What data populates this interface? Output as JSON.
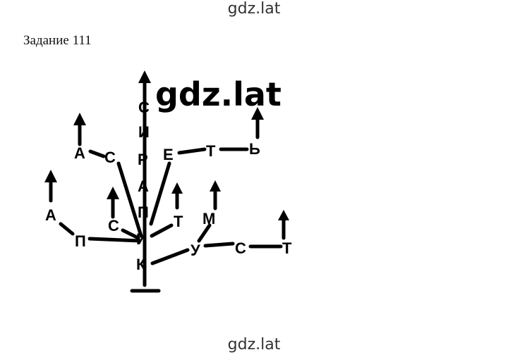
{
  "watermark_top": "gdz.lat",
  "watermark_bottom": "gdz.lat",
  "watermark_center": "gdz.lat",
  "task_title": "Задание 111",
  "tree": {
    "trunk": [
      "К",
      "И",
      "П",
      "А",
      "Р",
      "И",
      "С"
    ],
    "branch_left_upper": [
      "С",
      "А"
    ],
    "branch_right_upper": [
      "Е",
      "Т",
      "Ь"
    ],
    "branch_left_lower": [
      "П",
      "А"
    ],
    "branch_small_left": [
      "С"
    ],
    "branch_small_right": [
      "Т"
    ],
    "branch_right_lower": [
      "У",
      "С",
      "Т"
    ],
    "branch_right_lower_up": [
      "М"
    ]
  }
}
